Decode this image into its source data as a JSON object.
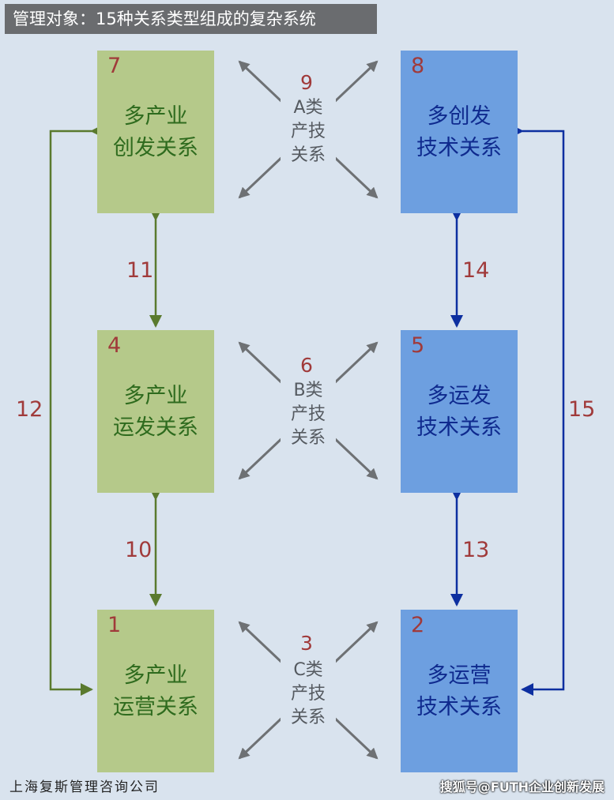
{
  "title": "管理对象：15种关系类型组成的复杂系统",
  "boxes": {
    "b7": {
      "num": "7",
      "label": "多产业\n创发关系"
    },
    "b8": {
      "num": "8",
      "label": "多创发\n技术关系"
    },
    "b4": {
      "num": "4",
      "label": "多产业\n运发关系"
    },
    "b5": {
      "num": "5",
      "label": "多运发\n技术关系"
    },
    "b1": {
      "num": "1",
      "label": "多产业\n运营关系"
    },
    "b2": {
      "num": "2",
      "label": "多运营\n技术关系"
    }
  },
  "cross": {
    "top": {
      "num": "9",
      "label": "A类\n产技\n关系"
    },
    "mid": {
      "num": "6",
      "label": "B类\n产技\n关系"
    },
    "bot": {
      "num": "3",
      "label": "C类\n产技\n关系"
    }
  },
  "links": {
    "n11": "11",
    "n10": "10",
    "n14": "14",
    "n13": "13",
    "n12": "12",
    "n15": "15"
  },
  "colors": {
    "green_box": "#b5c98a",
    "blue_box": "#6d9fe0",
    "green_arrow": "#5a7a2e",
    "blue_arrow": "#0d2fa0",
    "gray_arrow": "#6e7174",
    "number": "#a03a3a"
  },
  "footer": {
    "left": "上海复斯管理咨询公司",
    "right": "搜狐号@FUTH企业创新发展"
  }
}
